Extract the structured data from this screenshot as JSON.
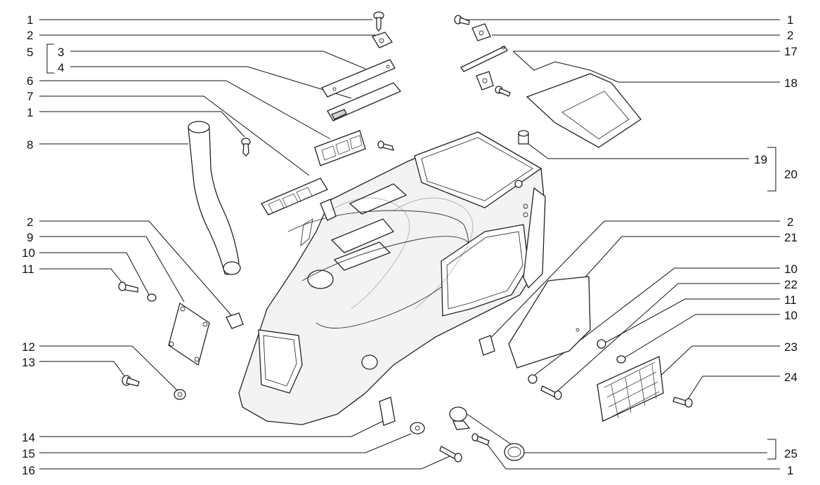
{
  "labels": {
    "l1a": "1",
    "l2a": "2",
    "l5": "5",
    "l3": "3",
    "l4": "4",
    "l6": "6",
    "l7": "7",
    "l1b": "1",
    "l8": "8",
    "l2b": "2",
    "l9": "9",
    "l10a": "10",
    "l11a": "11",
    "l12": "12",
    "l13": "13",
    "l14": "14",
    "l15": "15",
    "l16": "16",
    "r1a": "1",
    "r2a": "2",
    "r17": "17",
    "r18": "18",
    "r19": "19",
    "r20": "20",
    "r2b": "2",
    "r21": "21",
    "r10a": "10",
    "r22": "22",
    "r11": "11",
    "r10b": "10",
    "r23": "23",
    "r24": "24",
    "r25": "25",
    "r1b": "1"
  }
}
